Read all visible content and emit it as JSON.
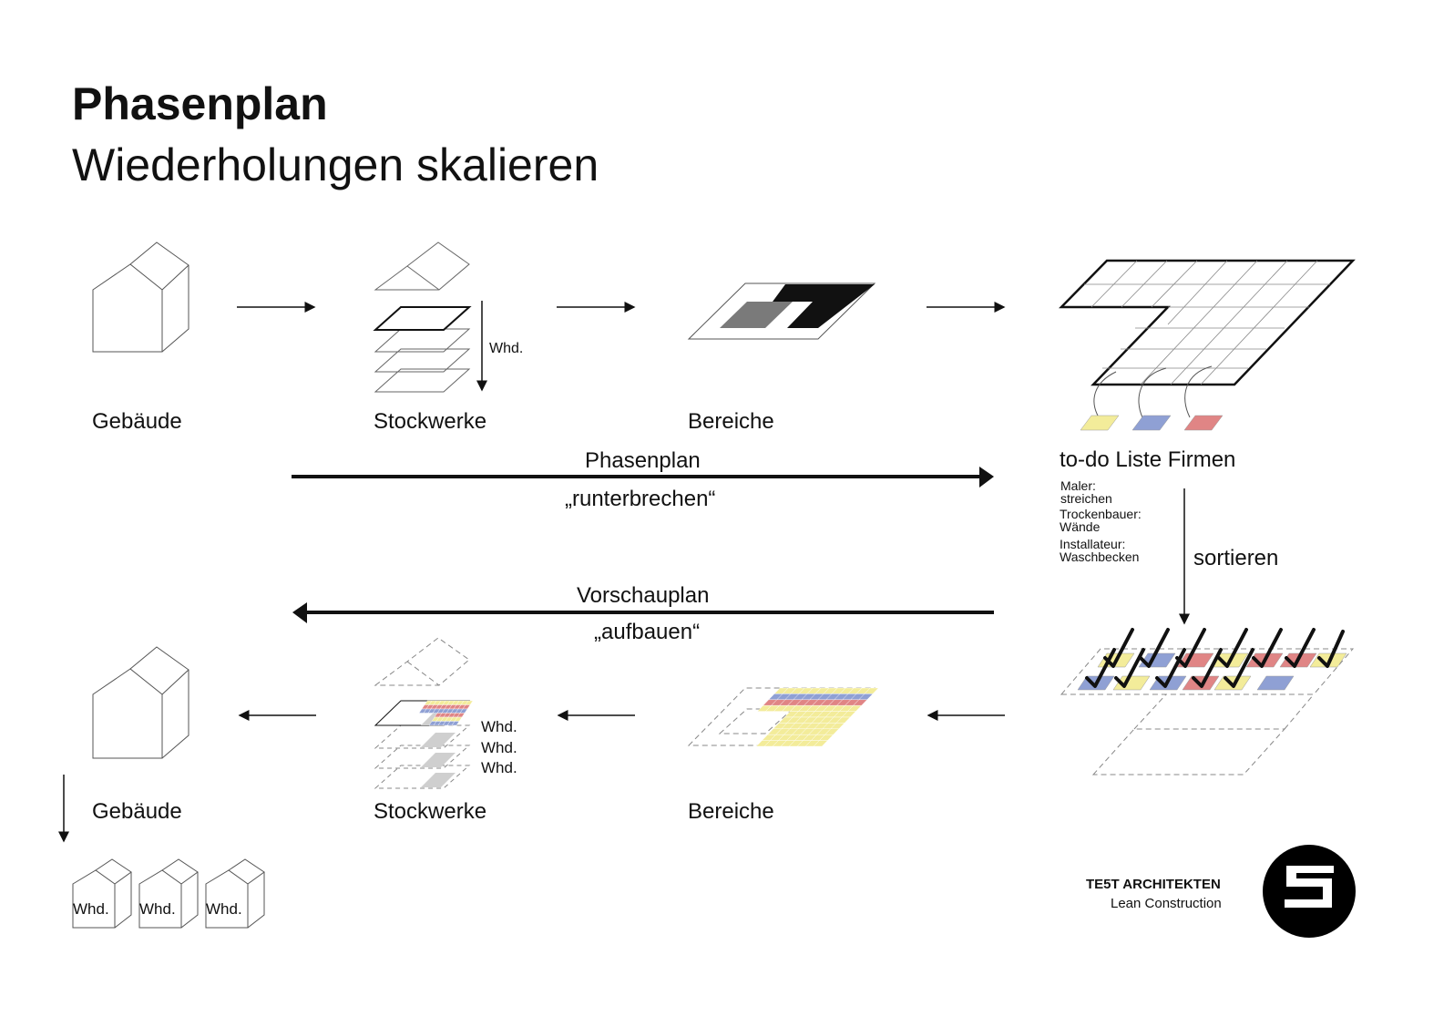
{
  "title": "Phasenplan",
  "subtitle": "Wiederholungen skalieren",
  "top_row": {
    "building": "Gebäude",
    "floors": "Stockwerke",
    "floors_note": "Whd.",
    "areas": "Bereiche",
    "todo": "to-do Liste Firmen"
  },
  "todo_items": [
    {
      "trade": "Maler:",
      "task": "streichen"
    },
    {
      "trade": "Trockenbauer:",
      "task": "Wände"
    },
    {
      "trade": "Installateur:",
      "task": "Waschbecken"
    }
  ],
  "sort_label": "sortieren",
  "forward_arrow": {
    "label": "Phasenplan",
    "sublabel": "„runterbrechen“"
  },
  "backward_arrow": {
    "label": "Vorschauplan",
    "sublabel": "„aufbauen“"
  },
  "bottom_row": {
    "building": "Gebäude",
    "floors": "Stockwerke",
    "floors_notes": [
      "Whd.",
      "Whd.",
      "Whd."
    ],
    "areas": "Bereiche",
    "houses": [
      "Whd.",
      "Whd.",
      "Whd."
    ]
  },
  "brand": {
    "name": "TE5T ARCHITEKTEN",
    "tagline": "Lean Construction"
  },
  "colors": {
    "yellow": "#f3ec9a",
    "blue": "#8fa0d4",
    "red": "#e08585",
    "dark": "#111111",
    "grey": "#7a7a7a"
  }
}
